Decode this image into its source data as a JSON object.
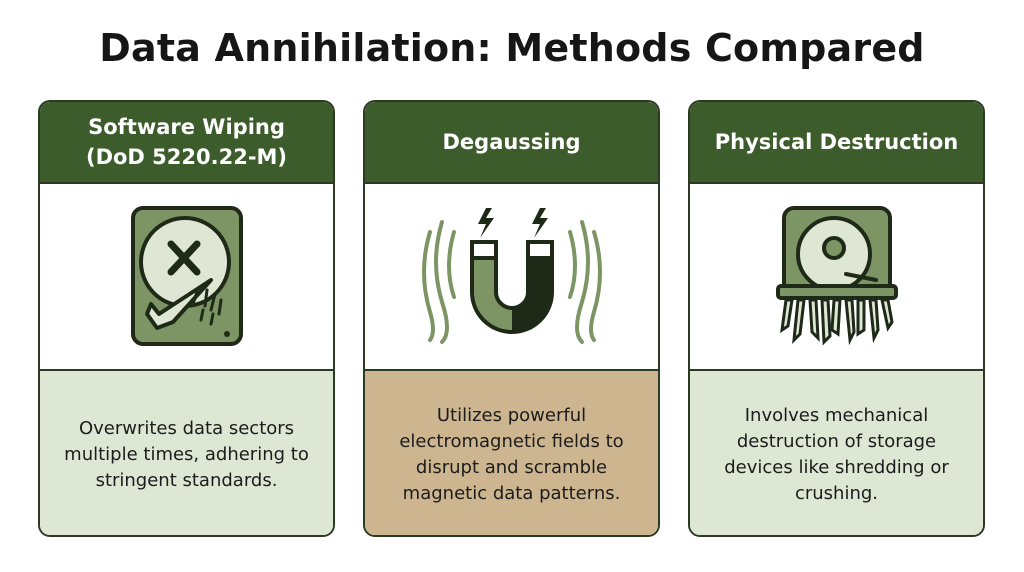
{
  "title": "Data Annihilation: Methods Compared",
  "colors": {
    "header_green": "#3d5c2b",
    "light_green": "#dde7d3",
    "tan": "#cdb68f",
    "icon_green": "#7d9565",
    "outline": "#2c3a24"
  },
  "cards": [
    {
      "heading": "Software Wiping\n(DoD 5220.22-M)",
      "icon": "hard-drive-x-icon",
      "description": "Overwrites data sectors multiple times, adhering to stringent standards."
    },
    {
      "heading": "Degaussing",
      "icon": "magnet-icon",
      "description": "Utilizes powerful electromagnetic fields to disrupt and scramble magnetic data patterns."
    },
    {
      "heading": "Physical Destruction",
      "icon": "shredded-drive-icon",
      "description": "Involves mechanical destruction of storage devices like shredding or crushing."
    }
  ]
}
